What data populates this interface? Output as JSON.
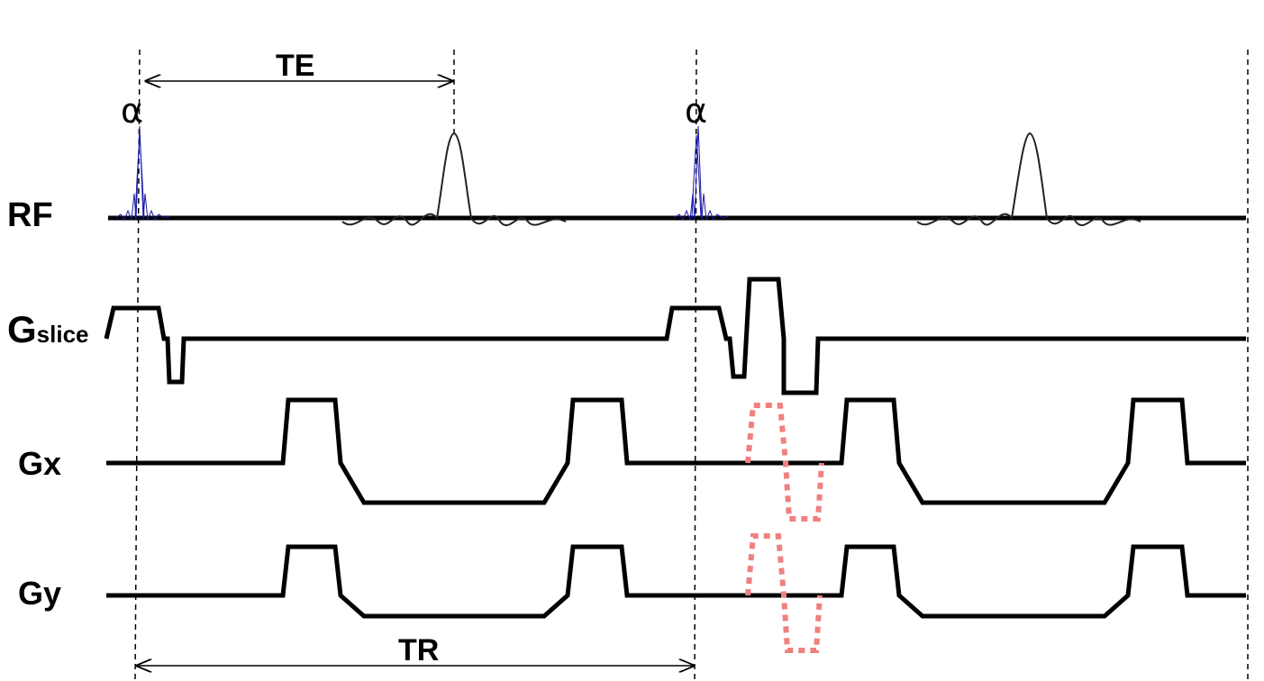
{
  "rows": {
    "rf": "RF",
    "gslice_main": "G",
    "gslice_sub": "slice",
    "gx": "Gx",
    "gy": "Gy"
  },
  "annotations": {
    "te": "TE",
    "tr": "TR",
    "alpha1": "α",
    "alpha2": "α"
  },
  "colors": {
    "line": "#000000",
    "rf_pulse": "#1a1aa8",
    "dotted_gradient": "#f08080"
  }
}
